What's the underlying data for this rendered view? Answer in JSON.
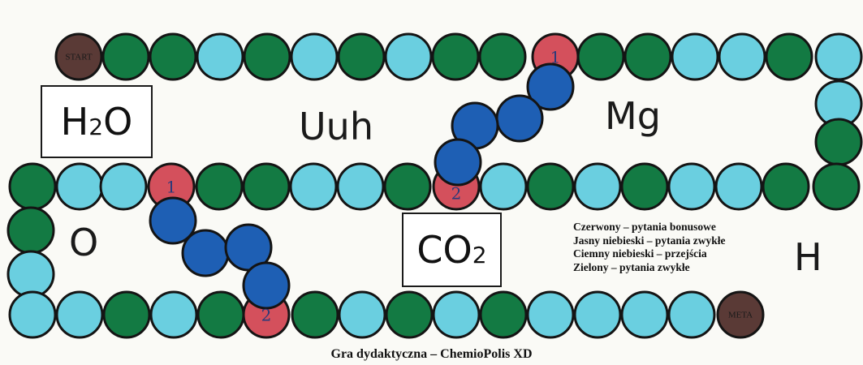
{
  "colors": {
    "red": "#d4505c",
    "light_blue": "#6acfe0",
    "dark_blue": "#1e5fb4",
    "green": "#137a43",
    "brown": "#5a3a36",
    "outline": "#141414"
  },
  "start_label": "START",
  "meta_label": "META",
  "tiles_row1": [
    "brown",
    "green",
    "green",
    "light_blue",
    "green",
    "light_blue",
    "green",
    "light_blue",
    "green",
    "green",
    "red",
    "green",
    "green",
    "light_blue",
    "light_blue",
    "green",
    "light_blue"
  ],
  "tiles_right_column": [
    "light_blue",
    "green"
  ],
  "tiles_row2": [
    "green",
    "light_blue",
    "light_blue",
    "red",
    "green",
    "green",
    "light_blue",
    "light_blue",
    "green",
    "red",
    "light_blue",
    "green",
    "light_blue",
    "green",
    "light_blue",
    "light_blue",
    "green",
    "green"
  ],
  "tiles_left_column": [
    "green",
    "light_blue"
  ],
  "tiles_row3": [
    "light_blue",
    "light_blue",
    "green",
    "light_blue",
    "green",
    "red",
    "green",
    "light_blue",
    "green",
    "light_blue",
    "green",
    "light_blue",
    "light_blue",
    "light_blue",
    "light_blue",
    "brown"
  ],
  "shortcut_numbers": [
    "1",
    "2",
    "1",
    "2"
  ],
  "boxes": {
    "h2o": {
      "main": "H",
      "sub": "2",
      "end": "O"
    },
    "co2": {
      "main": "CO",
      "sub": "2"
    }
  },
  "symbols": {
    "uuh": "Uuh",
    "mg": "Mg",
    "o": "O",
    "h": "H"
  },
  "legend": [
    "Czerwony – pytania bonusowe",
    "Jasny niebieski – pytania zwykłe",
    "Ciemny niebieski – przejścia",
    "Zielony – pytania zwykłe"
  ],
  "caption": "Gra dydaktyczna – ChemioPolis XD"
}
